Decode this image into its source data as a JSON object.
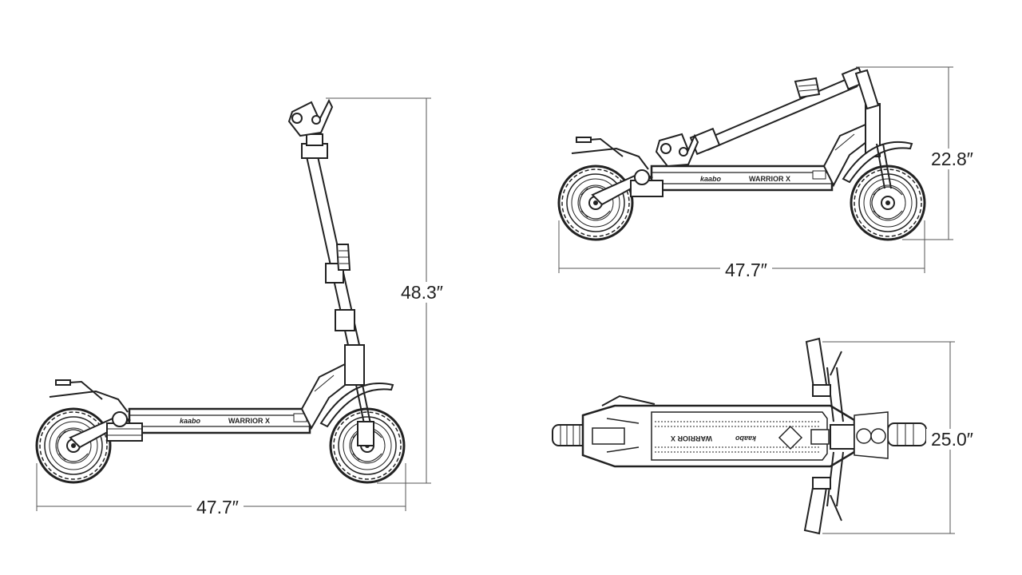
{
  "dimensions": {
    "side_view": {
      "height": "48.3″",
      "length": "47.7″"
    },
    "folded_view": {
      "height": "22.8″",
      "length": "47.7″"
    },
    "top_view": {
      "width": "25.0″"
    }
  },
  "deck_text": {
    "brand": "kaabo",
    "model": "WARRIOR X"
  },
  "colors": {
    "line": "#222222",
    "dim_line": "#555555",
    "background": "#ffffff"
  }
}
